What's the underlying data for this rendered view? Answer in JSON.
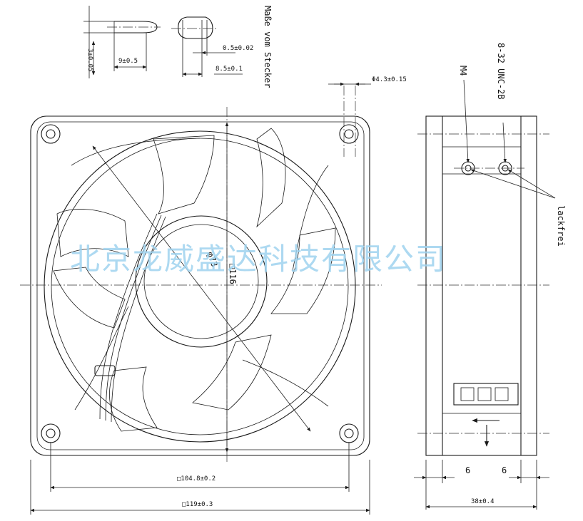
{
  "watermark": "北京龙威盛达科技有限公司",
  "labels": {
    "plug_title": "Maße vom Stecker",
    "pin_width": "3±0.05",
    "pin_length": "9±0.5",
    "pin_thickness": "0.5±0.02",
    "pin_spacing": "8.5±0.1",
    "hole_dia": "Φ4.3±0.15",
    "thread_m4": "M4",
    "thread_unc": "8-32 UNC-2B",
    "lackfrei": "lackfrei",
    "hub_dia": "φ73",
    "inner_square": "□116",
    "hole_pitch": "□104.8±0.2",
    "outer_size": "□119±0.3",
    "depth": "38±0.4",
    "flange_left": "6",
    "flange_right": "6"
  }
}
